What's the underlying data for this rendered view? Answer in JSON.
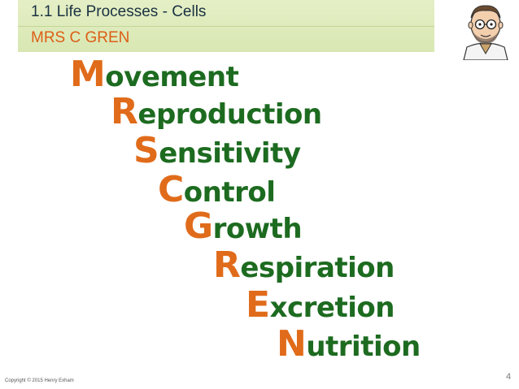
{
  "header": {
    "title": "1.1 Life Processes - Cells",
    "subtitle": "MRS C GREN"
  },
  "mrs_gren": [
    {
      "initial": "M",
      "rest": "ovement"
    },
    {
      "initial": "R",
      "rest": "eproduction"
    },
    {
      "initial": "S",
      "rest": "ensitivity"
    },
    {
      "initial": "C",
      "rest": "ontrol"
    },
    {
      "initial": "G",
      "rest": "rowth"
    },
    {
      "initial": "R",
      "rest": "espiration"
    },
    {
      "initial": "E",
      "rest": "xcretion"
    },
    {
      "initial": "N",
      "rest": "utrition"
    }
  ],
  "footer": {
    "page_number": "4",
    "copyright": "Copyright © 2015 Henry Exham"
  },
  "colors": {
    "header_band": "#d8e7b2",
    "title_text": "#1a3142",
    "subtitle_text": "#dc5e17",
    "word_green": "#1d6b20",
    "initial_orange": "#e06b1a"
  },
  "icons": {
    "avatar": "cartoon-teacher-avatar"
  }
}
